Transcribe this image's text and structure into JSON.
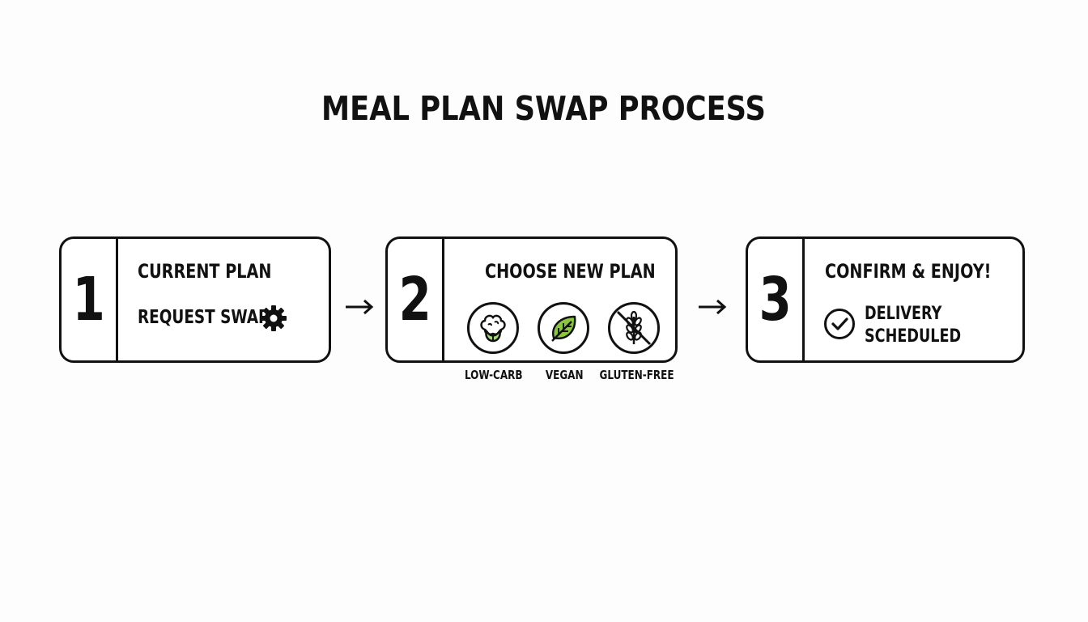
{
  "title": "MEAL PLAN SWAP PROCESS",
  "steps": [
    {
      "number": "1",
      "heading": "CURRENT PLAN",
      "action": "REQUEST SWAP",
      "icon": "gear-icon"
    },
    {
      "number": "2",
      "heading": "CHOOSE NEW PLAN",
      "options": [
        {
          "label": "LOW-CARB",
          "icon": "cauliflower-icon"
        },
        {
          "label": "VEGAN",
          "icon": "leaf-icon"
        },
        {
          "label": "GLUTEN-FREE",
          "icon": "no-wheat-icon"
        }
      ]
    },
    {
      "number": "3",
      "heading": "CONFIRM & ENJOY!",
      "status_line1": "DELIVERY",
      "status_line2": "SCHEDULED",
      "icon": "check-circle-icon"
    }
  ],
  "colors": {
    "leaf_green": "#8cc63f",
    "outline": "#111111",
    "background": "#fdfdfd"
  }
}
